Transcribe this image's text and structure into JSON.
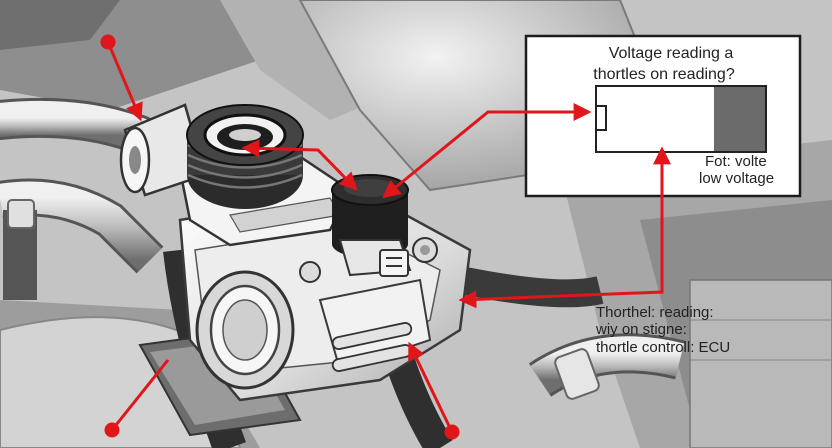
{
  "callout_box": {
    "line1": "Voltage reading a",
    "line2": "thortles on reading?",
    "note1": "Fot: volte",
    "note2": "low voltage"
  },
  "side_label": {
    "line1": "Thorthel: reading:",
    "line2": "wiy on stigne:",
    "line3": "thortle controll: ECU"
  },
  "colors": {
    "arrow": "#e0161b",
    "background": "#bdbdbd",
    "box_fill": "#ffffff",
    "ink": "#222222"
  }
}
